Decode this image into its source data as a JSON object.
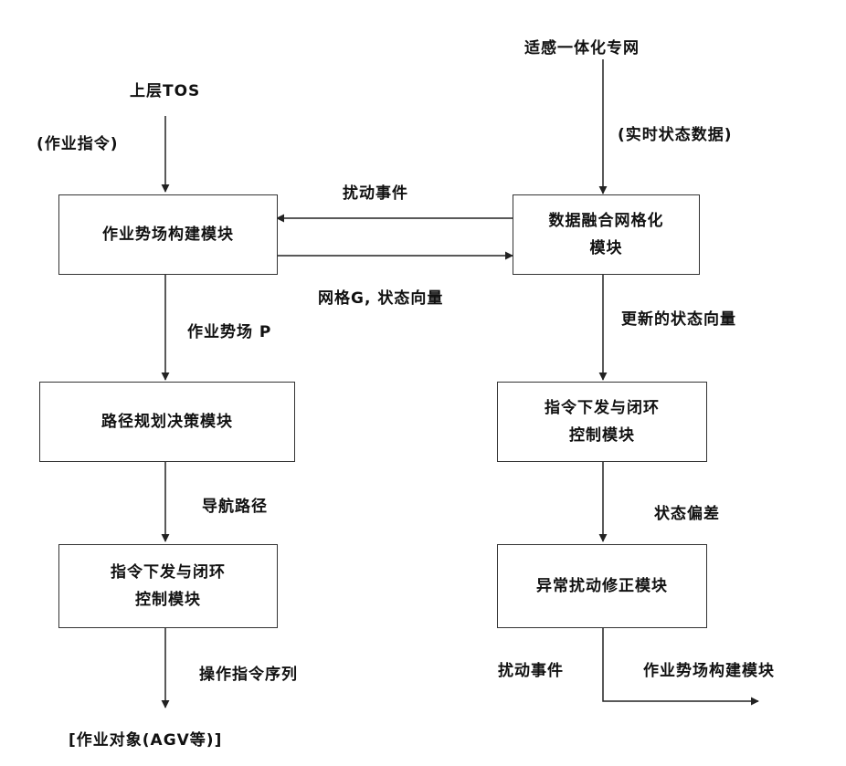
{
  "inputs": {
    "upper_tos": "上层TOS",
    "job_command": "(作业指令)",
    "adaptive_network": "适感一体化专网",
    "realtime_state_data": "(实时状态数据)"
  },
  "boxes": {
    "field_build": {
      "line1": "作业势场构建模块",
      "line2": ""
    },
    "data_fusion": {
      "line1": "数据融合网格化",
      "line2": "模块"
    },
    "path_planning": {
      "line1": "路径规划决策模块",
      "line2": ""
    },
    "cmd_dispatch_right": {
      "line1": "指令下发与闭环",
      "line2": "控制模块"
    },
    "cmd_dispatch_left": {
      "line1": "指令下发与闭环",
      "line2": "控制模块"
    },
    "anomaly_correction": {
      "line1": "异常扰动修正模块",
      "line2": ""
    }
  },
  "edges": {
    "disturbance_event_top": "扰动事件",
    "grid_state_vector": "网格G, 状态向量",
    "job_field_p": "作业势场 P",
    "updated_state_vector": "更新的状态向量",
    "nav_path": "导航路径",
    "state_deviation": "状态偏差",
    "op_cmd_sequence": "操作指令序列",
    "disturbance_event_bottom": "扰动事件",
    "to_field_build": "作业势场构建模块"
  },
  "outputs": {
    "job_objects": "[作业对象(AGV等)]"
  }
}
